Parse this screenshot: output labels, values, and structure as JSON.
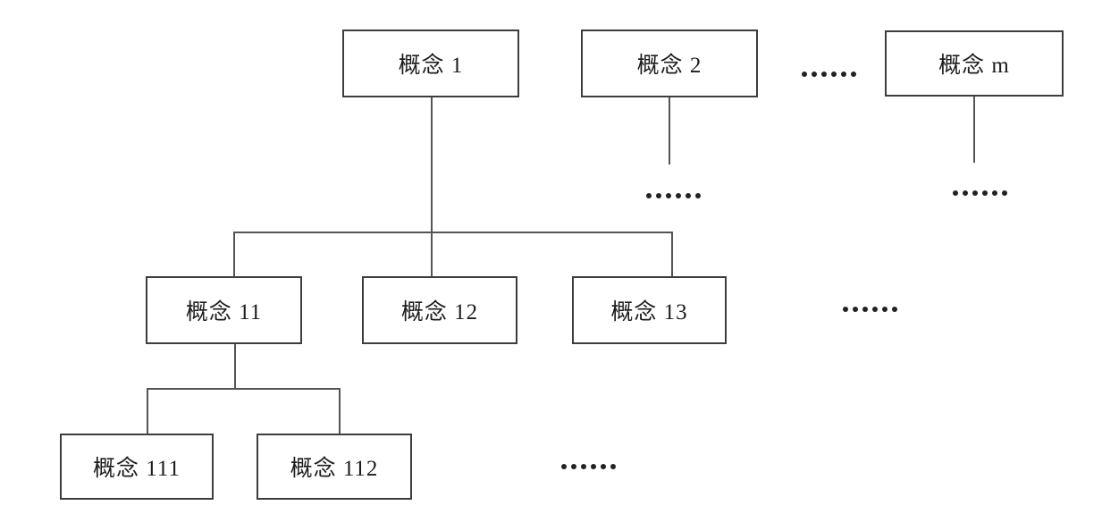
{
  "diagram": {
    "type": "tree",
    "description": "Concept hierarchy diagram with three levels; ellipses indicate continuation of siblings and subtrees",
    "nodes": {
      "c1": {
        "label": "概念 1",
        "level": 1
      },
      "c2": {
        "label": "概念 2",
        "level": 1
      },
      "cm": {
        "label": "概念 m",
        "level": 1
      },
      "c11": {
        "label": "概念 11",
        "level": 2
      },
      "c12": {
        "label": "概念 12",
        "level": 2
      },
      "c13": {
        "label": "概念 13",
        "level": 2
      },
      "c111": {
        "label": "概念 111",
        "level": 3
      },
      "c112": {
        "label": "概念 112",
        "level": 3
      }
    },
    "edges": [
      [
        "概念 1",
        "概念 11"
      ],
      [
        "概念 1",
        "概念 12"
      ],
      [
        "概念 1",
        "概念 13"
      ],
      [
        "概念 2",
        "……"
      ],
      [
        "概念 m",
        "……"
      ],
      [
        "概念 11",
        "概念 111"
      ],
      [
        "概念 11",
        "概念 112"
      ]
    ],
    "ellipsis": "......",
    "colors": {
      "background": "#ffffff",
      "box_border": "#3d3d3d",
      "connector": "#555555",
      "text": "#1c1c1c"
    }
  }
}
